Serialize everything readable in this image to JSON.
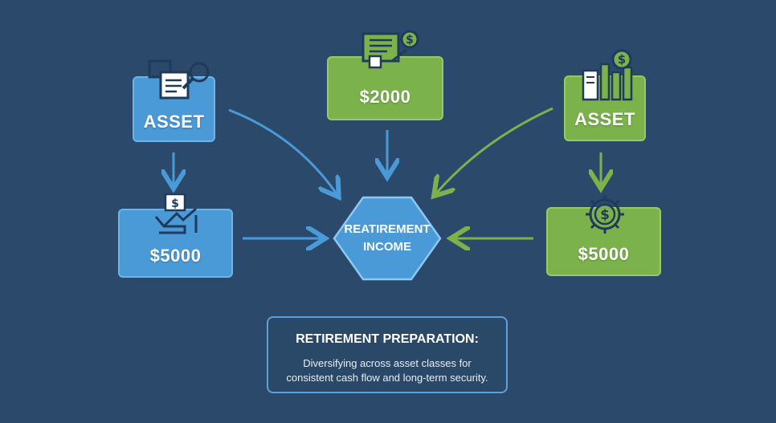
{
  "nodes": {
    "asset_left": {
      "label": "ASSET"
    },
    "top_amount": {
      "label": "$2000"
    },
    "asset_right": {
      "label": "ASSET"
    },
    "amount_left": {
      "label": "$5000"
    },
    "amount_right": {
      "label": "$5000"
    }
  },
  "center": {
    "line1": "REATIREMENT",
    "line2": "INCOME"
  },
  "note": {
    "title": "RETIREMENT PREPARATION:",
    "line1": "Diversifying across asset classes for",
    "line2": "consistent cash flow and long-term security."
  },
  "colors": {
    "background": "#2b4a6b",
    "blue": "#4a9ad8",
    "green": "#7bb24c",
    "blue_arrow": "#4a9ad8",
    "green_arrow": "#7bb24c",
    "dark_icon": "#1f3a5a"
  },
  "icons": {
    "asset_left": "document-wrench-icon",
    "top_amount": "checklist-dollar-icon",
    "asset_right": "bar-chart-dollar-icon",
    "amount_left": "hand-dollar-growth-icon",
    "amount_right": "gear-dollar-icon"
  }
}
